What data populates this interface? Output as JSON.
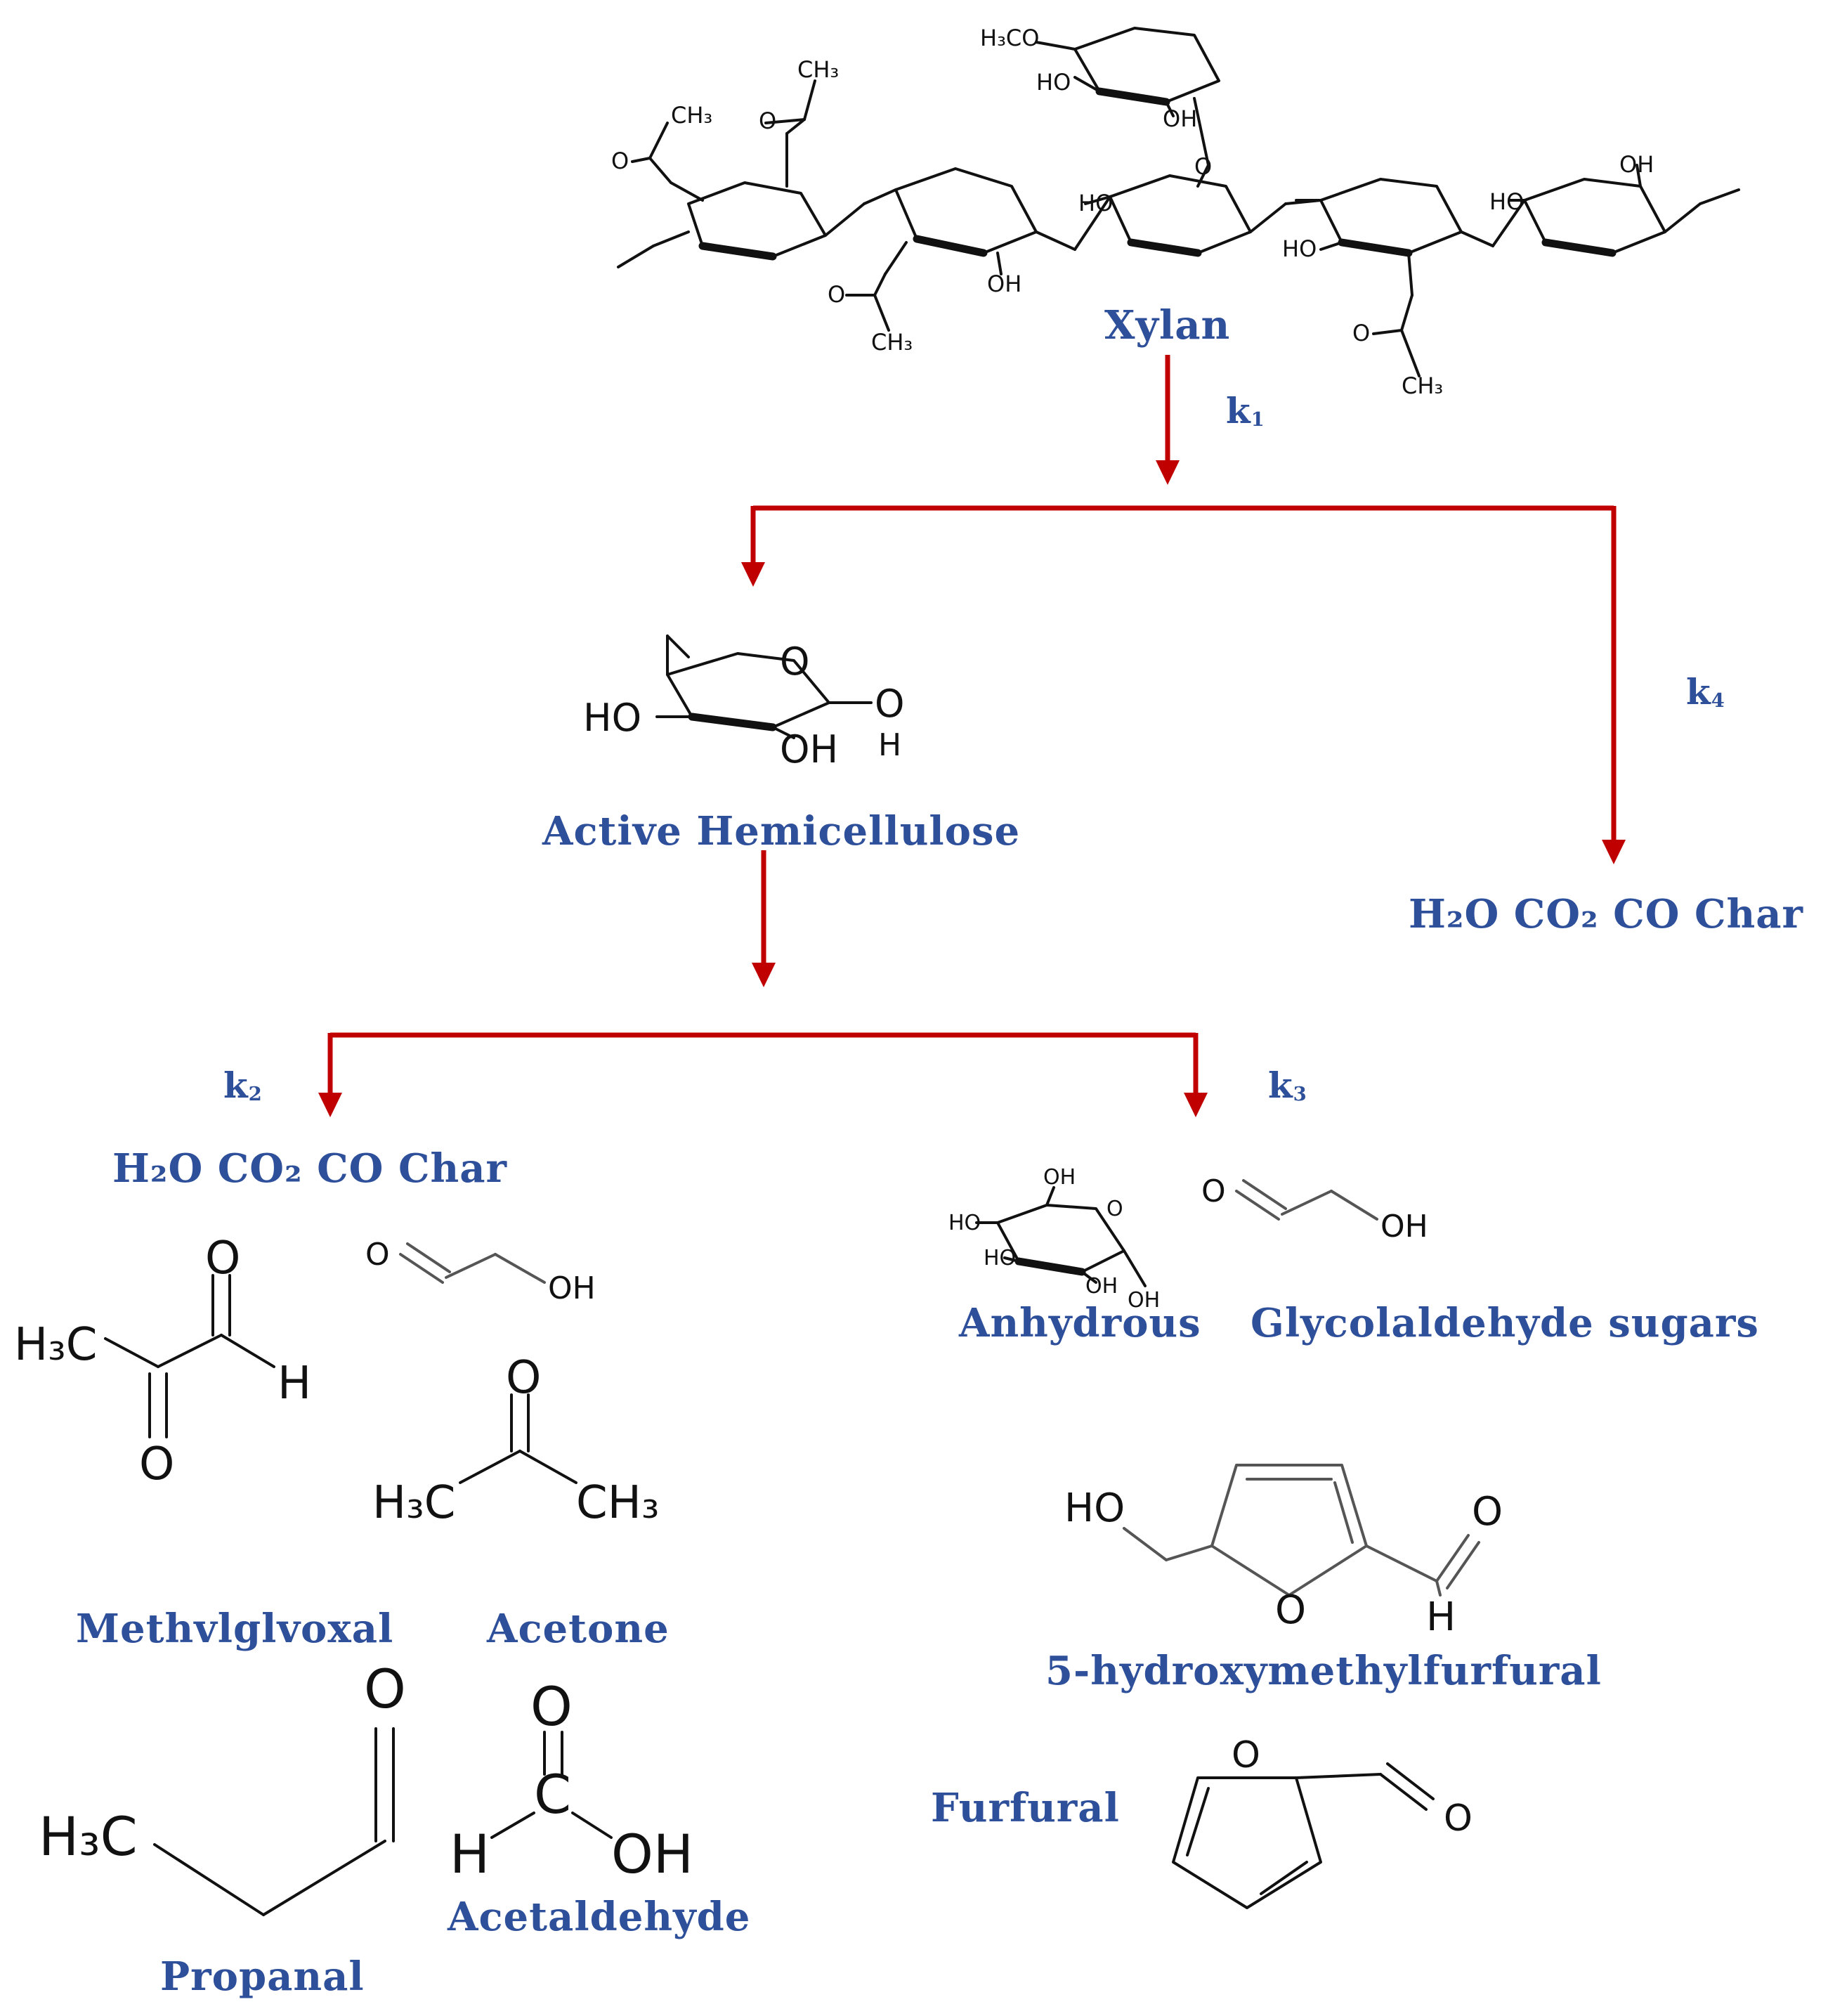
{
  "labels": {
    "xylan": "Xylan",
    "k1": "k",
    "k1_sub": "1",
    "k2": "k",
    "k2_sub": "2",
    "k3": "k",
    "k3_sub": "3",
    "k4": "k",
    "k4_sub": "4",
    "active_hemicellulose": "Active  Hemicellulose",
    "gas_char_right": "H₂O CO₂ CO   Char",
    "gas_char_left": "H₂O CO₂ CO Char",
    "anhydrous": "Anhydrous",
    "glycolaldehyde": "Glycolaldehyde sugars",
    "methylglyoxal": "Methvlglvoxal",
    "acetone": "Acetone",
    "propanal": "Propanal",
    "acetaldehyde": "Acetaldehyde",
    "hmf": "5-hydroxymethylfurfural",
    "furfural": "Furfural"
  },
  "atoms": {
    "h3c": "H₃C",
    "ch3": "CH₃",
    "h": "H",
    "o": "O",
    "oh": "OH",
    "ho": "HO",
    "c": "C",
    "h3co": "H₃CO",
    "ch3_small": "CH₃"
  },
  "colors": {
    "label": "#2e4f9a",
    "arrow": "#c00000",
    "structure": "#111111"
  }
}
